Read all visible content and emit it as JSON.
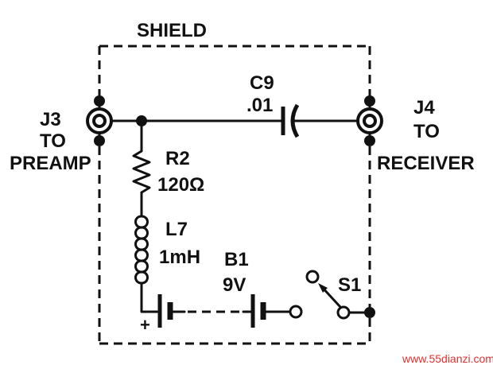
{
  "labels": {
    "shield": "SHIELD",
    "j3": "J3",
    "j3_to": "TO",
    "j3_dest": "PREAMP",
    "j4": "J4",
    "j4_to": "TO",
    "j4_dest": "RECEIVER",
    "c9": "C9",
    "c9_value": ".01",
    "r2": "R2",
    "r2_value": "120Ω",
    "l7": "L7",
    "l7_value": "1mH",
    "b1": "B1",
    "b1_value": "9V",
    "s1": "S1",
    "battery_plus": "+"
  },
  "watermark": "www.55dianzi.com",
  "colors": {
    "ink": "#111111",
    "watermark": "#e03030"
  }
}
